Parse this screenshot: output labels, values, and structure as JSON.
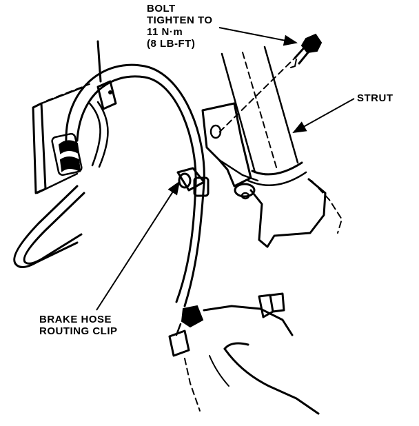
{
  "callouts": {
    "bolt": {
      "line1": "BOLT",
      "line2": "TIGHTEN TO",
      "line3": "11 N·m",
      "line4": "(8 LB-FT)"
    },
    "strut": {
      "label": "STRUT"
    },
    "clip": {
      "line1": "BRAKE HOSE",
      "line2": "ROUTING CLIP"
    }
  },
  "colors": {
    "ink": "#000000",
    "paper": "#ffffff"
  }
}
